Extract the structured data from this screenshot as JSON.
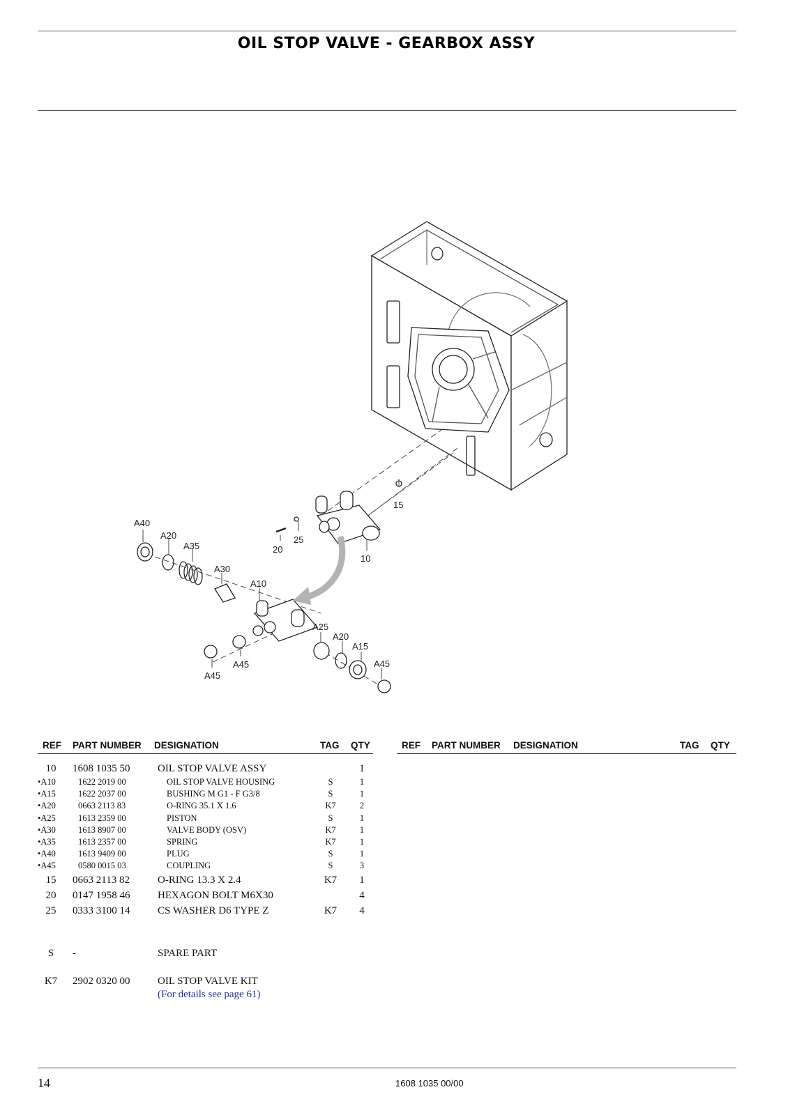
{
  "header": {
    "title": "OIL STOP VALVE - GEARBOX ASSY"
  },
  "diagram": {
    "callouts": {
      "c15": "15",
      "c20": "20",
      "c25": "25",
      "c10": "10",
      "a40": "A40",
      "a20": "A20",
      "a35": "A35",
      "a30": "A30",
      "a10": "A10",
      "a25": "A25",
      "a20b": "A20",
      "a15": "A15",
      "a45a": "A45",
      "a45b": "A45",
      "a45c": "A45"
    }
  },
  "table": {
    "columns": {
      "ref": "REF",
      "part_number": "PART NUMBER",
      "designation": "DESIGNATION",
      "tag": "TAG",
      "qty": "QTY"
    },
    "rows": [
      {
        "ref": "10",
        "part_number": "1608 1035 50",
        "designation": "OIL STOP VALVE ASSY",
        "tag": "",
        "qty": "1"
      },
      {
        "ref": "•A10",
        "part_number": "1622 2019 00",
        "designation": "OIL STOP VALVE HOUSING",
        "tag": "S",
        "qty": "1"
      },
      {
        "ref": "•A15",
        "part_number": "1622 2037 00",
        "designation": "BUSHING M G1 - F G3/8",
        "tag": "S",
        "qty": "1"
      },
      {
        "ref": "•A20",
        "part_number": "0663 2113 83",
        "designation": "O-RING 35.1 X 1.6",
        "tag": "K7",
        "qty": "2"
      },
      {
        "ref": "•A25",
        "part_number": "1613 2359 00",
        "designation": "PISTON",
        "tag": "S",
        "qty": "1"
      },
      {
        "ref": "•A30",
        "part_number": "1613 8907 00",
        "designation": "VALVE BODY (OSV)",
        "tag": "K7",
        "qty": "1"
      },
      {
        "ref": "•A35",
        "part_number": "1613 2357 00",
        "designation": "SPRING",
        "tag": "K7",
        "qty": "1"
      },
      {
        "ref": "•A40",
        "part_number": "1613 9409 00",
        "designation": "PLUG",
        "tag": "S",
        "qty": "1"
      },
      {
        "ref": "•A45",
        "part_number": "0580 0015 03",
        "designation": "COUPLING",
        "tag": "S",
        "qty": "3"
      },
      {
        "ref": "15",
        "part_number": "0663 2113 82",
        "designation": "O-RING 13.3 X 2.4",
        "tag": "K7",
        "qty": "1"
      },
      {
        "ref": "20",
        "part_number": "0147 1958 46",
        "designation": "HEXAGON BOLT M6X30",
        "tag": "",
        "qty": "4"
      },
      {
        "ref": "25",
        "part_number": "0333 3100 14",
        "designation": "CS WASHER D6 TYPE Z",
        "tag": "K7",
        "qty": "4"
      }
    ]
  },
  "legend": [
    {
      "ref": "S",
      "part_number": "-",
      "designation": "SPARE PART"
    },
    {
      "ref": "K7",
      "part_number": "2902 0320 00",
      "designation": "OIL STOP VALVE KIT",
      "note": "(For details see page 61)"
    }
  ],
  "footer": {
    "page_number": "14",
    "doc_number": "1608 1035 00/00"
  }
}
